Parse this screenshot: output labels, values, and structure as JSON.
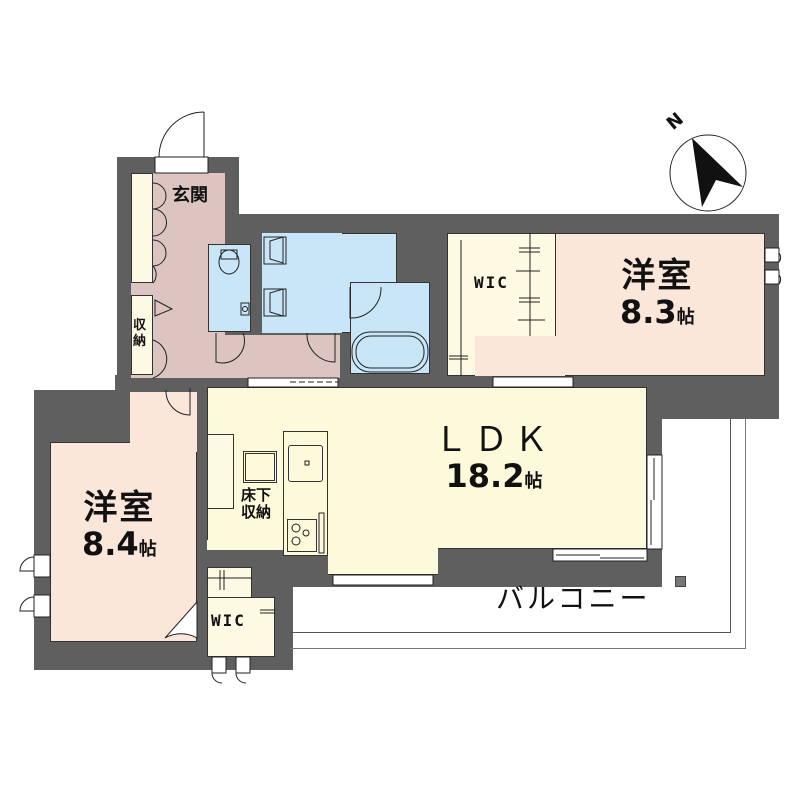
{
  "plan": {
    "compass": {
      "label": "N"
    },
    "rooms": {
      "genkan": {
        "label": "玄関",
        "color": "#dcc5c0"
      },
      "storage_hall": {
        "label_line1": "収",
        "label_line2": "納",
        "color": "#fdf9e3"
      },
      "western_room_1": {
        "label": "洋室",
        "size_num": "8.3",
        "size_unit": "帖",
        "color": "#fbe6da"
      },
      "western_room_2": {
        "label": "洋室",
        "size_num": "8.4",
        "size_unit": "帖",
        "color": "#fbe6da"
      },
      "wic_1": {
        "label": "WIC",
        "color": "#fdf9e3"
      },
      "wic_2": {
        "label": "WIC",
        "color": "#fdf9e3"
      },
      "ldk": {
        "label": "ＬＤＫ",
        "size_num": "18.2",
        "size_unit": "帖",
        "color": "#fcfadb"
      },
      "underfloor_storage": {
        "label_line1": "床下",
        "label_line2": "収納"
      },
      "toilet": {
        "color": "#c8e6f8"
      },
      "washroom": {
        "color": "#c8e6f8"
      },
      "bathroom": {
        "color": "#c8e6f8"
      },
      "balcony": {
        "label": "バルコニー",
        "color": "#ffffff"
      }
    },
    "colors": {
      "wall": "#5f5f5f",
      "outline": "#333333"
    }
  }
}
